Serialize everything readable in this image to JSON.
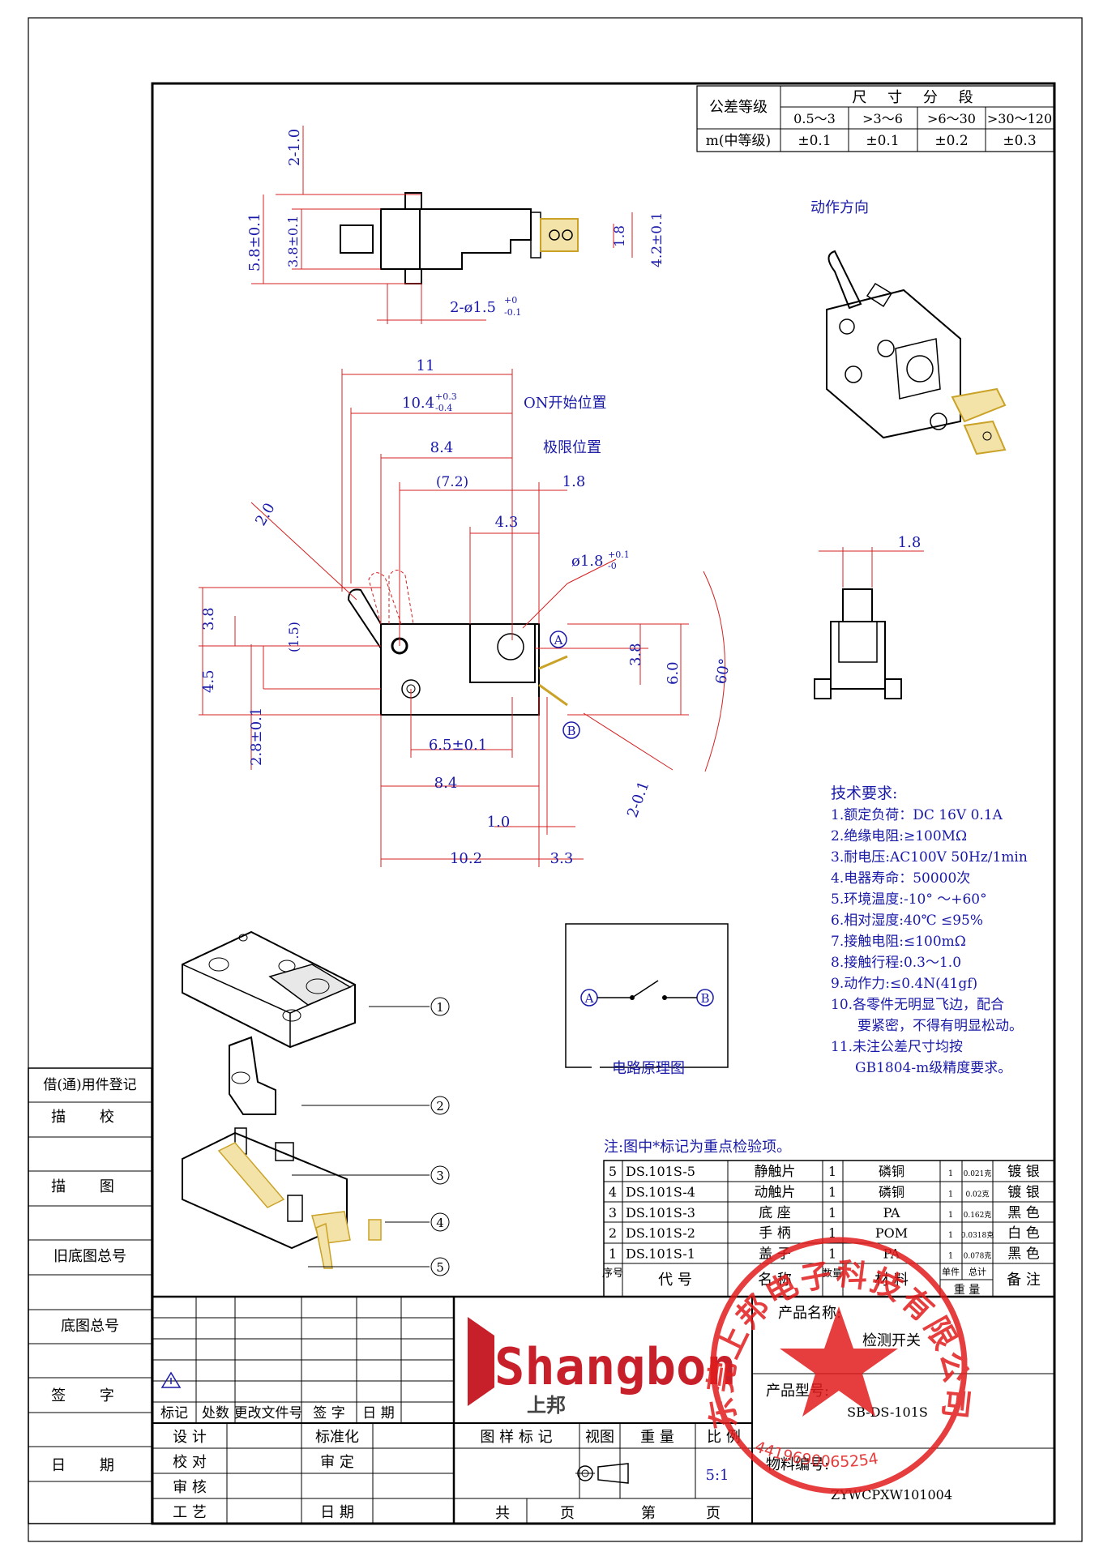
{
  "tolerance_table": {
    "header_left": "公差等级",
    "header_span": "尺 寸 分 段",
    "ranges": [
      "0.5～3",
      ">3～6",
      ">6～30",
      ">30～120"
    ],
    "row_label": "m(中等级)",
    "values": [
      "±0.1",
      "±0.1",
      "±0.2",
      "±0.3"
    ]
  },
  "top_view": {
    "dims": {
      "d1": "2-1.0",
      "d2": "5.8±0.1",
      "d3": "3.8±0.1",
      "d4": "1.8",
      "d5": "4.2±0.1",
      "d6": "2-ø1.5",
      "d6_sup": "+0",
      "d6_sub": "-0.1"
    }
  },
  "front_view": {
    "dims": {
      "d11": "11",
      "d104": "10.4",
      "d104_sup": "+0.3",
      "d104_sub": "-0.4",
      "d84a": "8.4",
      "d72": "(7.2)",
      "d18": "1.8",
      "d43": "4.3",
      "d20": "2.0",
      "dhole": "ø1.8",
      "dhole_sup": "+0.1",
      "dhole_sub": "-0",
      "d38l": "3.8",
      "d15": "(1.5)",
      "d45": "4.5",
      "d28": "2.8±0.1",
      "d38r": "3.8",
      "d60": "6.0",
      "dang": "60°",
      "d65": "6.5±0.1",
      "d84b": "8.4",
      "d10": "1.0",
      "d21": "2-0.1",
      "d102": "10.2",
      "d33": "3.3"
    },
    "on_label": "ON开始位置",
    "limit_label": "极限位置",
    "mark_a": "A",
    "mark_b": "B"
  },
  "side_view": {
    "dim": "1.8"
  },
  "iso_label": "动作方向",
  "tech": {
    "title": "技术要求:",
    "items": [
      "1.额定负荷：DC 16V 0.1A",
      "2.绝缘电阻:≥100MΩ",
      "3.耐电压:AC100V 50Hz/1min",
      "4.电器寿命：50000次",
      "5.环境温度:-10° ～+60°",
      "6.相对湿度:40℃ ≤95%",
      "7.接触电阻:≤100mΩ",
      "8.接触行程:0.3～1.0",
      "9.动作力:≤0.4N(41gf)",
      "10.各零件无明显飞边，配合",
      "要紧密，不得有明显松动。",
      "11.未注公差尺寸均按",
      "GB1804-m级精度要求。"
    ]
  },
  "circuit": {
    "label": "电路原理图",
    "a": "A",
    "b": "B"
  },
  "balloons": [
    "1",
    "2",
    "3",
    "4",
    "5"
  ],
  "note": "注:图中*标记为重点检验项。",
  "bom": {
    "rows": [
      {
        "no": "5",
        "code": "DS.101S-5",
        "name": "静触片",
        "qty": "1",
        "mat": "磷铜",
        "uq": "1",
        "w": "0.021克",
        "rem": "镀 银"
      },
      {
        "no": "4",
        "code": "DS.101S-4",
        "name": "动触片",
        "qty": "1",
        "mat": "磷铜",
        "uq": "1",
        "w": "0.02克",
        "rem": "镀 银"
      },
      {
        "no": "3",
        "code": "DS.101S-3",
        "name": "底 座",
        "qty": "1",
        "mat": "PA",
        "uq": "1",
        "w": "0.162克",
        "rem": "黑 色"
      },
      {
        "no": "2",
        "code": "DS.101S-2",
        "name": "手 柄",
        "qty": "1",
        "mat": "POM",
        "uq": "1",
        "w": "0.0318克",
        "rem": "白 色"
      },
      {
        "no": "1",
        "code": "DS.101S-1",
        "name": "盖 子",
        "qty": "1",
        "mat": "PA",
        "uq": "1",
        "w": "0.078克",
        "rem": "黑 色"
      }
    ],
    "head_no": "序号",
    "head_code": "代 号",
    "head_name": "名 称",
    "head_qty": "数量",
    "head_mat": "材 料",
    "head_uw": "单件",
    "head_tw": "总计",
    "head_weight": "重 量",
    "head_rem": "备 注"
  },
  "left_strip": [
    "借(通)用件登记",
    "描 校",
    "描 图",
    "旧底图总号",
    "底图总号",
    "签 字",
    "日 期"
  ],
  "title_block": {
    "rev_labels": [
      "标记",
      "处数",
      "更改文件号",
      "签 字",
      "日 期"
    ],
    "rows_left": [
      "设 计",
      "校 对",
      "审 核",
      "工 艺"
    ],
    "rows_mid": [
      "标准化",
      "审 定",
      "",
      "日 期"
    ],
    "mid_heads": [
      "图 样 标 记",
      "视图",
      "重 量",
      "比 例"
    ],
    "scale": "5:1",
    "total_pages": "共",
    "page_word": "页",
    "page_no": "第",
    "page_word2": "页",
    "product_name_label": "产品名称:",
    "product_name": "检测开关",
    "model_label": "产品型号:",
    "model": "SB-DS-101S",
    "material_label": "物料编号:",
    "material_code": "ZYWCPXW101004"
  },
  "logo": {
    "text": "Shangbon",
    "sub": "上邦"
  },
  "stamp": {
    "company": "东莞上邦电子科技有限公司",
    "number": "4419690065254"
  },
  "colors": {
    "dim": "#d42020",
    "blue": "#1a1aa8",
    "logo": "#c8202a",
    "gold": "#c9a227"
  }
}
